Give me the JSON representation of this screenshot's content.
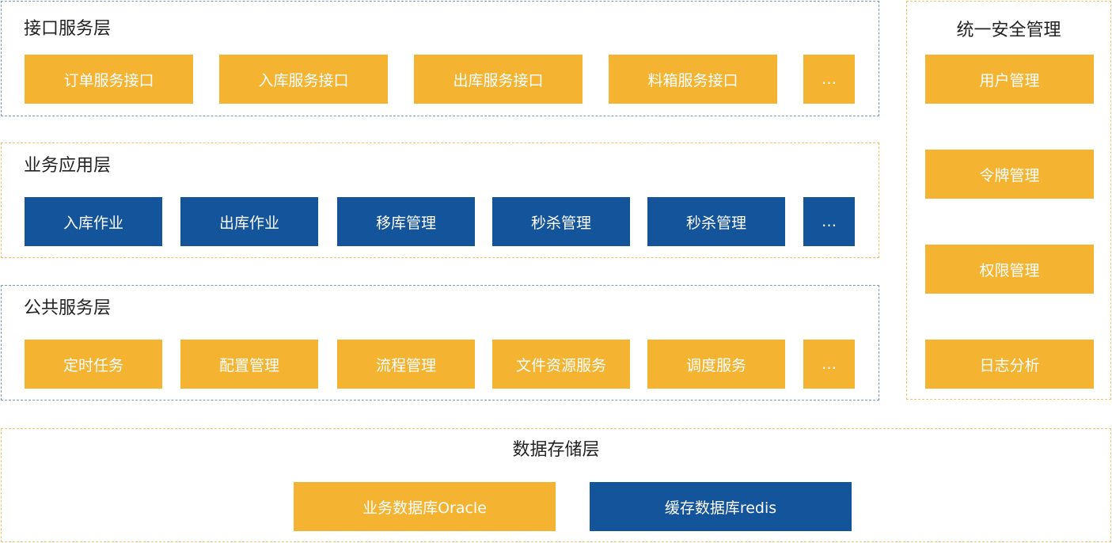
{
  "colors": {
    "orange": "#f4b331",
    "blue": "#13549b",
    "border_blue": "#7d9bc3",
    "border_orange": "#f4c36a"
  },
  "interface_layer": {
    "title": "接口服务层",
    "items": [
      "订单服务接口",
      "入库服务接口",
      "出库服务接口",
      "料箱服务接口",
      "…"
    ]
  },
  "business_layer": {
    "title": "业务应用层",
    "items": [
      "入库作业",
      "出库作业",
      "移库管理",
      "秒杀管理",
      "秒杀管理",
      "…"
    ]
  },
  "common_layer": {
    "title": "公共服务层",
    "items": [
      "定时任务",
      "配置管理",
      "流程管理",
      "文件资源服务",
      "调度服务",
      "…"
    ]
  },
  "security_layer": {
    "title": "统一安全管理",
    "items": [
      "用户管理",
      "令牌管理",
      "权限管理",
      "日志分析"
    ]
  },
  "storage_layer": {
    "title": "数据存储层",
    "items": [
      "业务数据库Oracle",
      "缓存数据库redis"
    ]
  }
}
